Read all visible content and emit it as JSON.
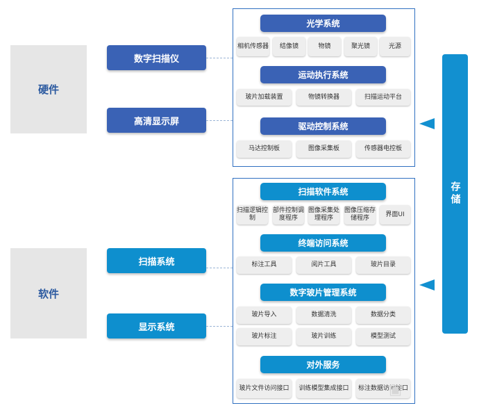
{
  "categories": {
    "hardware": "硬件",
    "software": "软件"
  },
  "hardware_devices": [
    "数字扫描仪",
    "高清显示屏"
  ],
  "software_systems": [
    "扫描系统",
    "显示系统"
  ],
  "hardware_panel": {
    "optical": {
      "title": "光学系统",
      "items": [
        "相机传感器",
        "结像镜",
        "物镜",
        "聚光镜",
        "光源"
      ]
    },
    "motion": {
      "title": "运动执行系统",
      "items": [
        "玻片加载装置",
        "物镜转换器",
        "扫描运动平台"
      ]
    },
    "drive": {
      "title": "驱动控制系统",
      "items": [
        "马达控制板",
        "图像采集板",
        "传感器电控板"
      ]
    }
  },
  "software_panel": {
    "scan": {
      "title": "扫描软件系统",
      "items": [
        "扫描逻辑控制",
        "部件控制调度程序",
        "图像采集处理程序",
        "图像压缩存储程序",
        "界面UI"
      ]
    },
    "terminal": {
      "title": "终端访问系统",
      "items": [
        "标注工具",
        "阅片工具",
        "玻片目录"
      ]
    },
    "manage": {
      "title": "数字玻片管理系统",
      "items": [
        "玻片导入",
        "数据清洗",
        "数据分类",
        "玻片标注",
        "玻片训练",
        "模型测试"
      ]
    },
    "external": {
      "title": "对外服务",
      "items": [
        "玻片文件访问接口",
        "训练模型集成接口",
        "标注数据访问接口"
      ]
    }
  },
  "storage": {
    "label": "存储"
  },
  "colors": {
    "hardware_blue": "#3a62b5",
    "software_blue": "#0e8fce",
    "storage_blue": "#1290d0",
    "category_gray": "#e6e6e6"
  }
}
